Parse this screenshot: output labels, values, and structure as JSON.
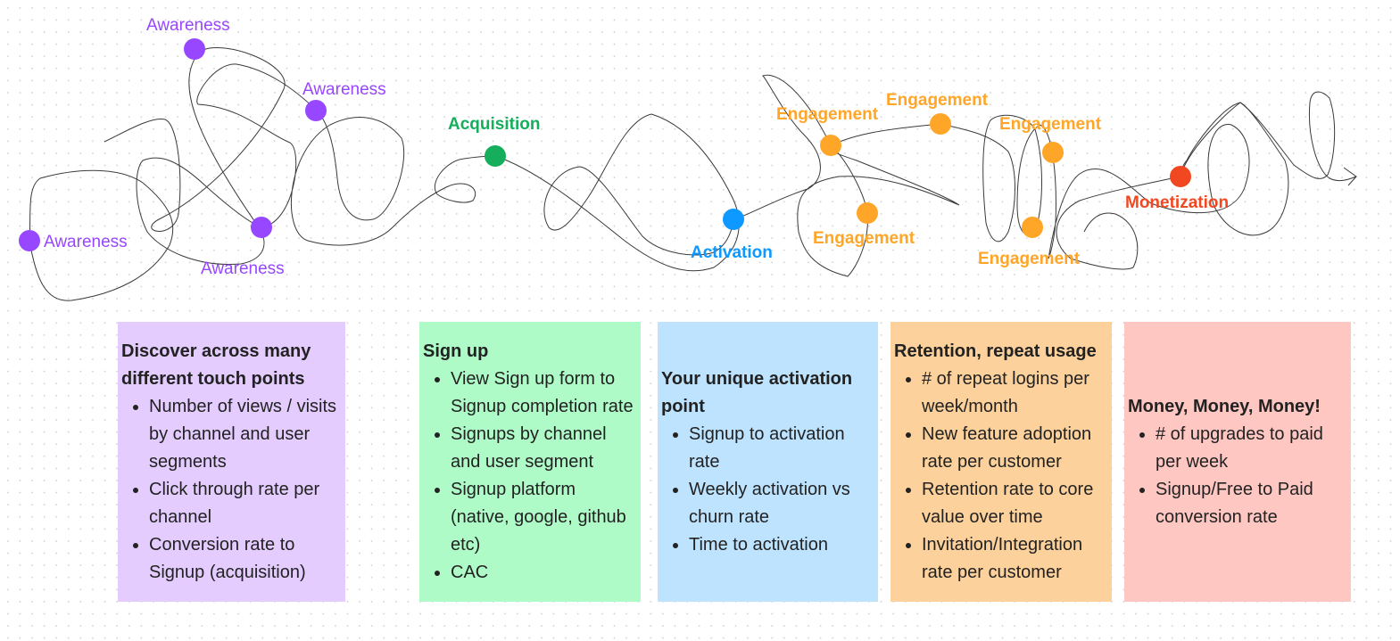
{
  "colors": {
    "awareness": "#9747ff",
    "acquisition": "#14ae5c",
    "activation": "#0d99ff",
    "engagement": "#ffa629",
    "monetization": "#f24822",
    "line": "#3a3a3a",
    "card_awareness": "#e4ccff",
    "card_acquisition": "#affbc8",
    "card_activation": "#bde3ff",
    "card_engagement": "#fcd19c",
    "card_monetization": "#ffc7c2"
  },
  "journey": {
    "stages": [
      {
        "label": "Awareness",
        "type": "awareness"
      },
      {
        "label": "Awareness",
        "type": "awareness"
      },
      {
        "label": "Awareness",
        "type": "awareness"
      },
      {
        "label": "Awareness",
        "type": "awareness"
      },
      {
        "label": "Acquisition",
        "type": "acquisition"
      },
      {
        "label": "Activation",
        "type": "activation"
      },
      {
        "label": "Engagement",
        "type": "engagement"
      },
      {
        "label": "Engagement",
        "type": "engagement"
      },
      {
        "label": "Engagement",
        "type": "engagement"
      },
      {
        "label": "Engagement",
        "type": "engagement"
      },
      {
        "label": "Engagement",
        "type": "engagement"
      },
      {
        "label": "Monetization",
        "type": "monetization"
      }
    ]
  },
  "cards": [
    {
      "title": "Discover across many different touch points",
      "items": [
        "Number of views / visits by channel and user segments",
        "Click through rate per channel",
        "Conversion rate to Signup (acquisition)"
      ]
    },
    {
      "title": "Sign up",
      "items": [
        "View Sign up form to Signup completion rate",
        "Signups by channel and user segment",
        "Signup platform (native, google, github etc)",
        "CAC"
      ]
    },
    {
      "title": "Your unique activation point",
      "items": [
        "Signup to activation rate",
        "Weekly activation vs churn rate",
        "Time to activation"
      ]
    },
    {
      "title": "Retention, repeat usage",
      "items": [
        "# of repeat logins per week/month",
        "New feature adoption rate per customer",
        "Retention rate to core value over time",
        "Invitation/Integration rate per customer"
      ]
    },
    {
      "title": "Money, Money, Money!",
      "items": [
        "# of upgrades to paid per week",
        "Signup/Free to Paid conversion rate"
      ]
    }
  ]
}
